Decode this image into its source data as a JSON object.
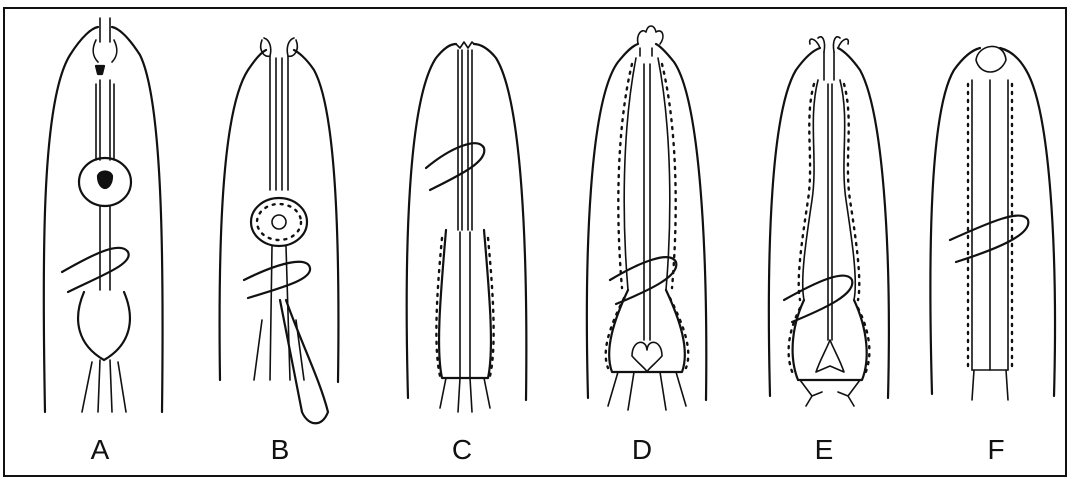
{
  "figure": {
    "panels": [
      {
        "label": "A"
      },
      {
        "label": "B"
      },
      {
        "label": "C"
      },
      {
        "label": "D"
      },
      {
        "label": "E"
      },
      {
        "label": "F"
      }
    ]
  },
  "colors": {
    "ink": "#111111",
    "background": "#ffffff"
  }
}
